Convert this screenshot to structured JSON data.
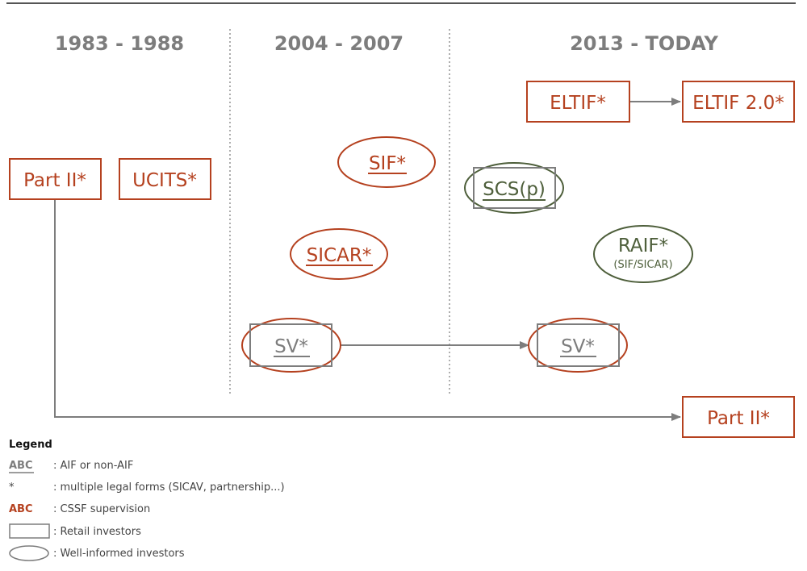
{
  "periods": [
    "1983 - 1988",
    "2004 - 2007",
    "2013 - TODAY"
  ],
  "nodes": {
    "part2_early": "Part II*",
    "ucits": "UCITS*",
    "sif": "SIF*",
    "sicar": "SICAR*",
    "sv_2004": "SV*",
    "eltif": "ELTIF*",
    "eltif2": "ELTIF 2.0*",
    "scsp": "SCS(p)",
    "raif": "RAIF*",
    "raif_sub": "(SIF/SICAR)",
    "sv_2013": "SV*",
    "part2_today": "Part II*"
  },
  "legend": {
    "title": "Legend",
    "abc_grey": "ABC",
    "aif_text": ": AIF or non-AIF",
    "star": "*",
    "star_text": ": multiple legal forms (SICAV, partnership...)",
    "abc_red": "ABC",
    "cssf_text": ": CSSF supervision",
    "retail_text": ": Retail investors",
    "wellinformed_text": ": Well-informed investors"
  },
  "colors": {
    "red": "#b5411f",
    "grey": "#7d7d7d",
    "green": "#4e5f3b"
  }
}
